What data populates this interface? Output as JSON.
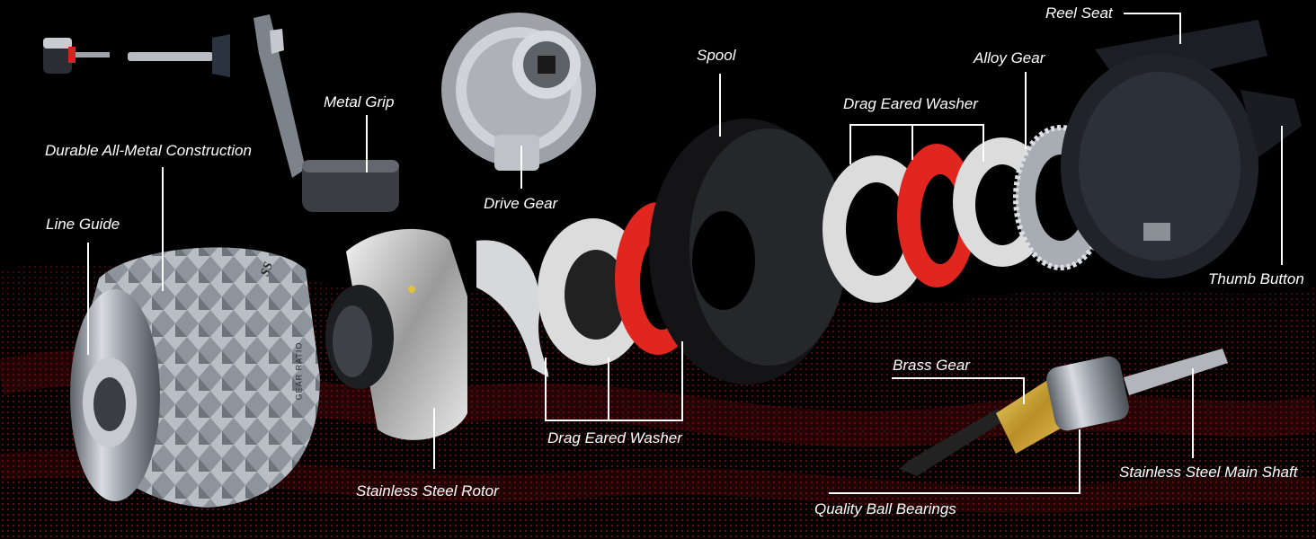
{
  "labels": {
    "durable_construction": "Durable All-Metal Construction",
    "metal_grip": "Metal Grip",
    "line_guide": "Line Guide",
    "stainless_rotor": "Stainless Steel Rotor",
    "drive_gear": "Drive Gear",
    "drag_washer_lower": "Drag Eared Washer",
    "spool": "Spool",
    "drag_washer_upper": "Drag Eared Washer",
    "alloy_gear": "Alloy Gear",
    "reel_seat": "Reel Seat",
    "thumb_button": "Thumb Button",
    "brass_gear": "Brass Gear",
    "stainless_main_shaft": "Stainless Steel Main Shaft",
    "quality_ball_bearings": "Quality Ball Bearings"
  },
  "engravings": {
    "rotor_brand": "SS",
    "body_text": "GEAR RATIO"
  },
  "colors": {
    "background": "#000000",
    "wave_red": "#c4141c",
    "metal_light": "#d8dce2",
    "metal_dark": "#5b6068",
    "washer_red": "#e0261f",
    "washer_grey": "#dcdcdc",
    "plastic_black": "#141416",
    "brass": "#c9a63a",
    "label_text": "#ffffff"
  }
}
